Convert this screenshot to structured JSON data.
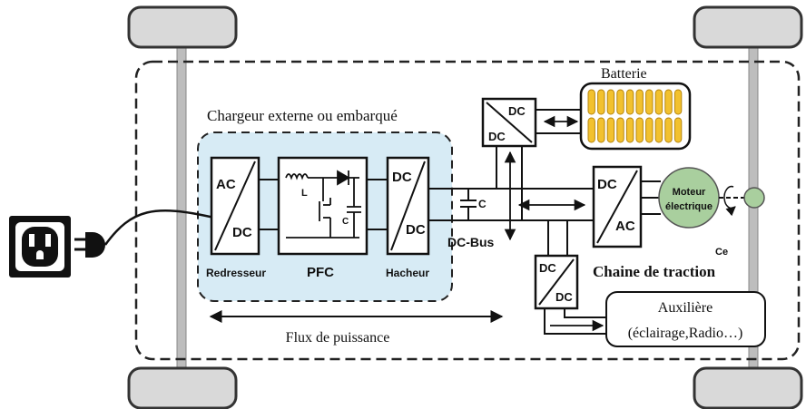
{
  "labels": {
    "battery": "Batterie",
    "charger_title": "Chargeur externe ou embarqué",
    "rectifier_ac": "AC",
    "rectifier_dc": "DC",
    "rectifier_name": "Redresseur",
    "pfc_name": "PFC",
    "pfc_l": "L",
    "pfc_c": "C",
    "chopper_dc_top": "DC",
    "chopper_dc_bottom": "DC",
    "chopper_name": "Hacheur",
    "bus_c": "C",
    "dc_bus": "DC-Bus",
    "bat_conv_dc_top": "DC",
    "bat_conv_dc_bottom": "DC",
    "inverter_dc": "DC",
    "inverter_ac": "AC",
    "motor_line1": "Moteur",
    "motor_line2": "électrique",
    "torque": "Ce",
    "traction_chain": "Chaine de traction",
    "aux_conv_dc_top": "DC",
    "aux_conv_dc_bottom": "DC",
    "aux_line1": "Auxilière",
    "aux_line2": "(éclairage,Radio…)",
    "power_flow": "Flux de puissance"
  },
  "colors": {
    "charger_fill": "#d7ebf5",
    "battery_cell": "#f2c12e",
    "battery_cell_stroke": "#b7860d",
    "motor_fill": "#a9cf9e",
    "wheel_fill": "#d9d9d9"
  },
  "icons": {
    "outlet": "wall-outlet-icon",
    "plug": "plug-icon"
  }
}
